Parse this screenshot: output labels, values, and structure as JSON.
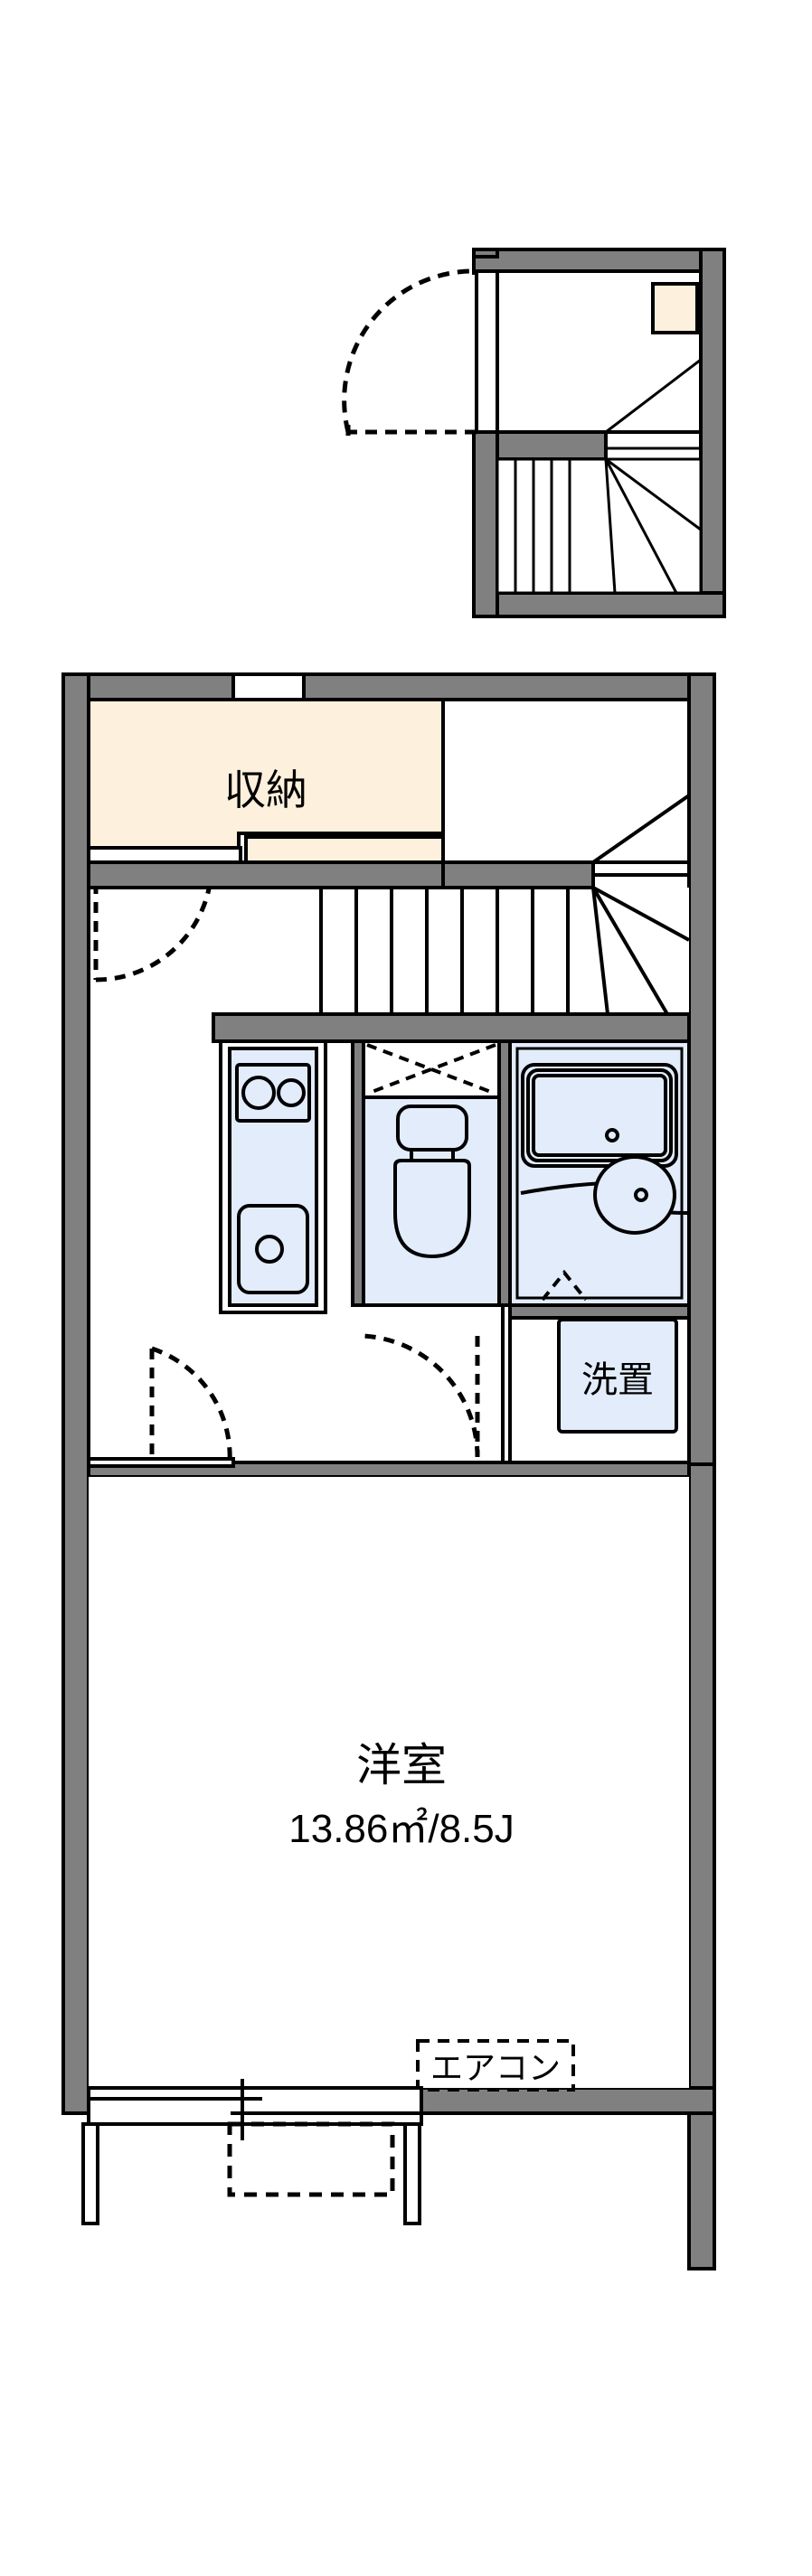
{
  "document": {
    "type": "floor-plan",
    "title": "賃貸間取図",
    "background_color": "#ffffff",
    "wall_fill": "#808080",
    "wall_stroke": "#000000",
    "fixture_fill": "#e2ecfb",
    "storage_fill": "#fdf0dc",
    "line_color": "#000000"
  },
  "upper_plan": {
    "name": "entrance-stair-landing",
    "entry_door": {
      "label": "entrance-door",
      "swing": "arc-left"
    },
    "landing": {
      "label": "landing"
    },
    "closet_corner": {
      "label": "corner-storage",
      "fill": "#fdf0dc"
    },
    "winder_stairs": {
      "label": "winder-stair-upper",
      "treads": 5
    },
    "straight_stairs": {
      "label": "straight-stair-upper",
      "treads": 4
    }
  },
  "main_plan": {
    "name": "first-floor-plan",
    "rooms": [
      {
        "id": "storage",
        "label": "収納",
        "fill": "#fdf0dc",
        "name": "room-storage"
      },
      {
        "id": "living",
        "label": "洋室",
        "area_text": "13.86㎡/8.5J",
        "area_value": 13.86,
        "area_unit": "㎡",
        "tatami_text": "8.5J",
        "name": "room-western"
      },
      {
        "id": "washer",
        "label": "洗置",
        "fill": "#e2ecfb",
        "name": "washing-machine-space"
      }
    ],
    "fixtures": [
      {
        "id": "kitchen",
        "name": "kitchen-unit",
        "parts": [
          "two-burner-stove",
          "sink"
        ]
      },
      {
        "id": "toilet",
        "name": "toilet-fixture",
        "parts": [
          "tank",
          "bowl"
        ]
      },
      {
        "id": "bath",
        "name": "bathroom-unit",
        "parts": [
          "bathtub",
          "washbasin"
        ]
      },
      {
        "id": "upper-cabinet",
        "name": "upper-cabinet-x-mark"
      }
    ],
    "stairs": {
      "name": "stair-run",
      "straight_treads": 8,
      "winder_treads": 5
    },
    "doors": [
      {
        "name": "storage-door",
        "type": "hinged-arc"
      },
      {
        "name": "living-entry-door",
        "type": "hinged-arc"
      },
      {
        "name": "toilet-door",
        "type": "hinged-arc"
      },
      {
        "name": "bath-door",
        "type": "folding"
      }
    ],
    "annotations": [
      {
        "id": "aircon",
        "label": "エアコン",
        "name": "aircon-label"
      }
    ],
    "window": {
      "name": "sliding-window",
      "type": "sliding-glass-door"
    },
    "balcony": {
      "name": "balcony",
      "outline": "dashed"
    }
  }
}
